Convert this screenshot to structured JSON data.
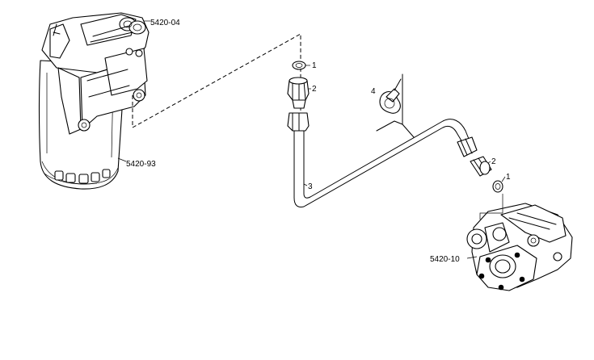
{
  "labels": {
    "filter_head": "5420-04",
    "filter_body": "5420-93",
    "pump": "5420-10",
    "seal_top": "1",
    "fitting_top": "2",
    "pipe": "3",
    "clip": "4",
    "fitting_bottom": "2",
    "seal_bottom": "1"
  }
}
